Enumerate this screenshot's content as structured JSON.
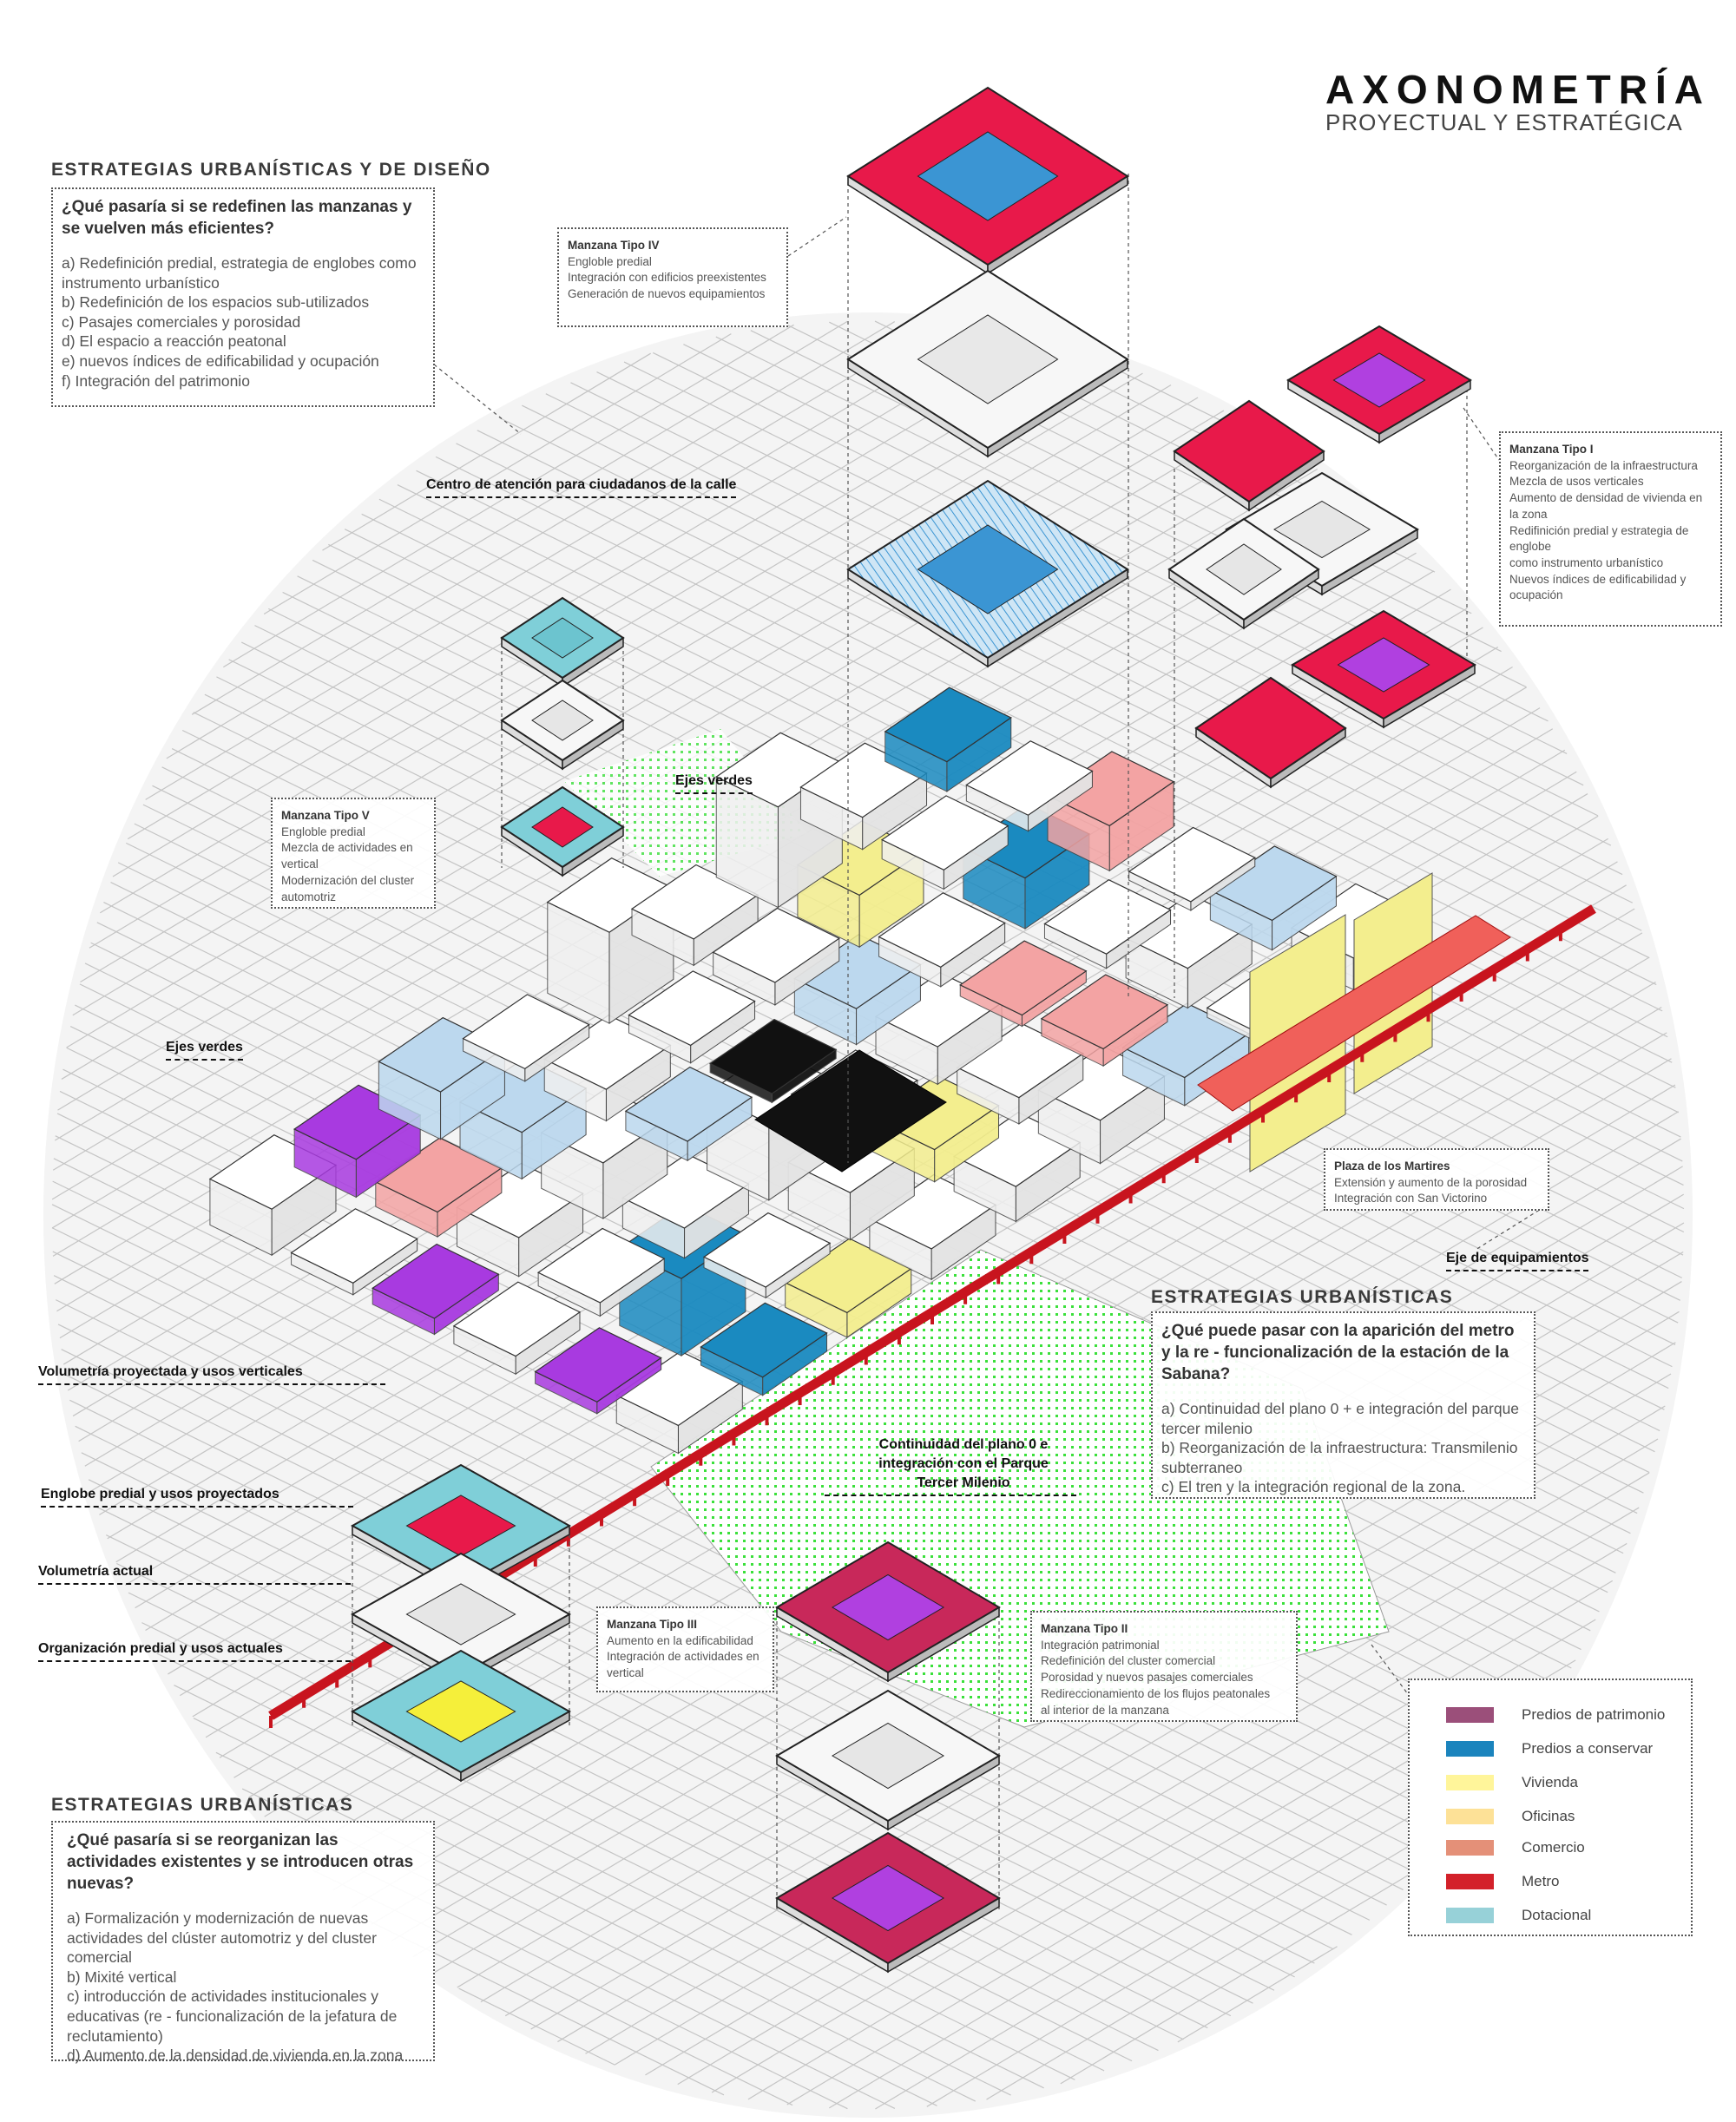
{
  "header": {
    "title": "AXONOMETRÍA",
    "subtitle": "PROYECTUAL Y ESTRATÉGICA"
  },
  "strategy_design": {
    "heading": "ESTRATEGIAS URBANÍSTICAS Y DE DISEÑO",
    "question": "¿Qué pasaría si se redefinen las manzanas y se vuelven más eficientes?",
    "items": [
      "a) Redefinición predial, estrategia de englobes como instrumento urbanístico",
      "b) Redefinición de los espacios sub-utilizados",
      "c) Pasajes comerciales y porosidad",
      "d) El espacio a reacción peatonal",
      "e) nuevos índices de edificabilidad y ocupación",
      "f) Integración del patrimonio"
    ]
  },
  "strategy_metro": {
    "heading": "ESTRATEGIAS URBANÍSTICAS",
    "question": "¿Qué puede pasar con la aparición del metro y la re - funcionalización de la estación de la Sabana?",
    "items": [
      "a) Continuidad del plano 0 + e integración del parque tercer milenio",
      "b) Reorganización de la infraestructura: Transmilenio subterraneo",
      "c) El tren y la integración regional de la zona."
    ]
  },
  "strategy_activities": {
    "heading": "ESTRATEGIAS URBANÍSTICAS",
    "question": "¿Qué pasaría si se reorganizan las actividades existentes y se introducen otras nuevas?",
    "items": [
      "a) Formalización y modernización de nuevas actividades del clúster automotriz y del cluster comercial",
      "b) Mixité vertical",
      "c) introducción de actividades institucionales y educativas (re - funcionalización de la jefatura de reclutamiento)",
      "d) Aumento de la densidad de vivienda en la zona"
    ]
  },
  "notes": {
    "tipo_iv": {
      "title": "Manzana Tipo IV",
      "lines": [
        "Engloble predial",
        "Integración con edificios preexistentes",
        "Generación de nuevos equipamientos"
      ]
    },
    "tipo_i": {
      "title": "Manzana Tipo I",
      "lines": [
        "Reorganización de la infraestructura",
        "Mezcla de usos verticales",
        "Aumento de densidad de vivienda en la zona",
        "Redifinición predial y estrategia de englobe",
        "como instrumento urbanístico",
        "Nuevos índices de edificabilidad y ocupación"
      ]
    },
    "tipo_v": {
      "title": "Manzana Tipo V",
      "lines": [
        "Engloble predial",
        "Mezcla de actividades en vertical",
        "Modernización del cluster automotriz"
      ]
    },
    "plaza": {
      "title": "Plaza de los Martires",
      "lines": [
        "Extensión y aumento de la porosidad",
        "Integración con San Victorino"
      ]
    },
    "tipo_iii": {
      "title": "Manzana Tipo III",
      "lines": [
        "Aumento en la edificabilidad",
        "Integración de actividades en vertical"
      ]
    },
    "tipo_ii": {
      "title": "Manzana Tipo II",
      "lines": [
        "Integración patrimonial",
        "Redefinición del cluster comercial",
        "Porosidad y nuevos pasajes comerciales",
        "Redireccionamiento de los flujos peatonales",
        "al interior de la manzana"
      ]
    }
  },
  "labels": {
    "centro_atencion": "Centro de atención para ciudadanos de la calle",
    "ejes_verdes_top": "Ejes verdes",
    "ejes_verdes_left": "Ejes verdes",
    "volumetria_proyectada": "Volumetría proyectada y usos verticales",
    "englobe_predial": "Englobe predial y usos proyectados",
    "volumetria_actual": "Volumetría actual",
    "organizacion_predial": "Organización predial y usos actuales",
    "eje_equipamientos": "Eje de equipamientos",
    "continuidad": "Continuidad del plano 0 e integración con el Parque Tercer Milenio"
  },
  "legend": [
    {
      "label": "Predios de patrimonio",
      "color": "#9b4f7a"
    },
    {
      "label": "Predios a conservar",
      "color": "#1b84bd"
    },
    {
      "label": "Vivienda",
      "color": "#fff59a"
    },
    {
      "label": "Oficinas",
      "color": "#fde197"
    },
    {
      "label": "Comercio",
      "color": "#e49078"
    },
    {
      "label": "Metro",
      "color": "#d3212a"
    },
    {
      "label": "Dotacional",
      "color": "#97d1d8"
    }
  ],
  "colors": {
    "metro_line": "#c8141e",
    "park_green": "#2ee02e",
    "proposed_blue": "#1a8ac0",
    "light_blue": "#3b95d3",
    "magenta": "#a83ae0",
    "crimson": "#e8194a",
    "pink": "#f3a3a3",
    "yellow": "#f3ee8e",
    "cyan": "#7fcfd8"
  }
}
